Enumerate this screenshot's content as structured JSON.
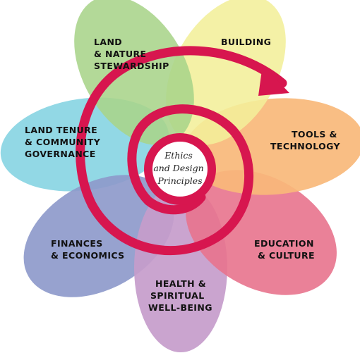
{
  "center": {
    "lines": [
      "Ethics",
      "and Design",
      "Principles"
    ]
  },
  "colors": {
    "spiral": "#d7164f",
    "center_fill": "#ffffff"
  },
  "petals": [
    {
      "id": "land-nature",
      "lines": [
        "LAND",
        "& NATURE",
        "STEWARDSHIP"
      ],
      "color": "#a8d48a"
    },
    {
      "id": "building",
      "lines": [
        "BUILDING"
      ],
      "color": "#f3ef9a"
    },
    {
      "id": "tools-technology",
      "lines": [
        "TOOLS &",
        "TECHNOLOGY"
      ],
      "color": "#f8b97a"
    },
    {
      "id": "education-culture",
      "lines": [
        "EDUCATION",
        "& CULTURE"
      ],
      "color": "#e8738d"
    },
    {
      "id": "health-wellbeing",
      "lines": [
        "HEALTH &",
        "SPIRITUAL",
        "WELL-BEING"
      ],
      "color": "#c69ccb"
    },
    {
      "id": "finances-economics",
      "lines": [
        "FINANCES",
        "& ECONOMICS"
      ],
      "color": "#8e9acb"
    },
    {
      "id": "land-tenure",
      "lines": [
        "LAND TENURE",
        "& COMMUNITY",
        "GOVERNANCE"
      ],
      "color": "#89d5e3"
    }
  ]
}
